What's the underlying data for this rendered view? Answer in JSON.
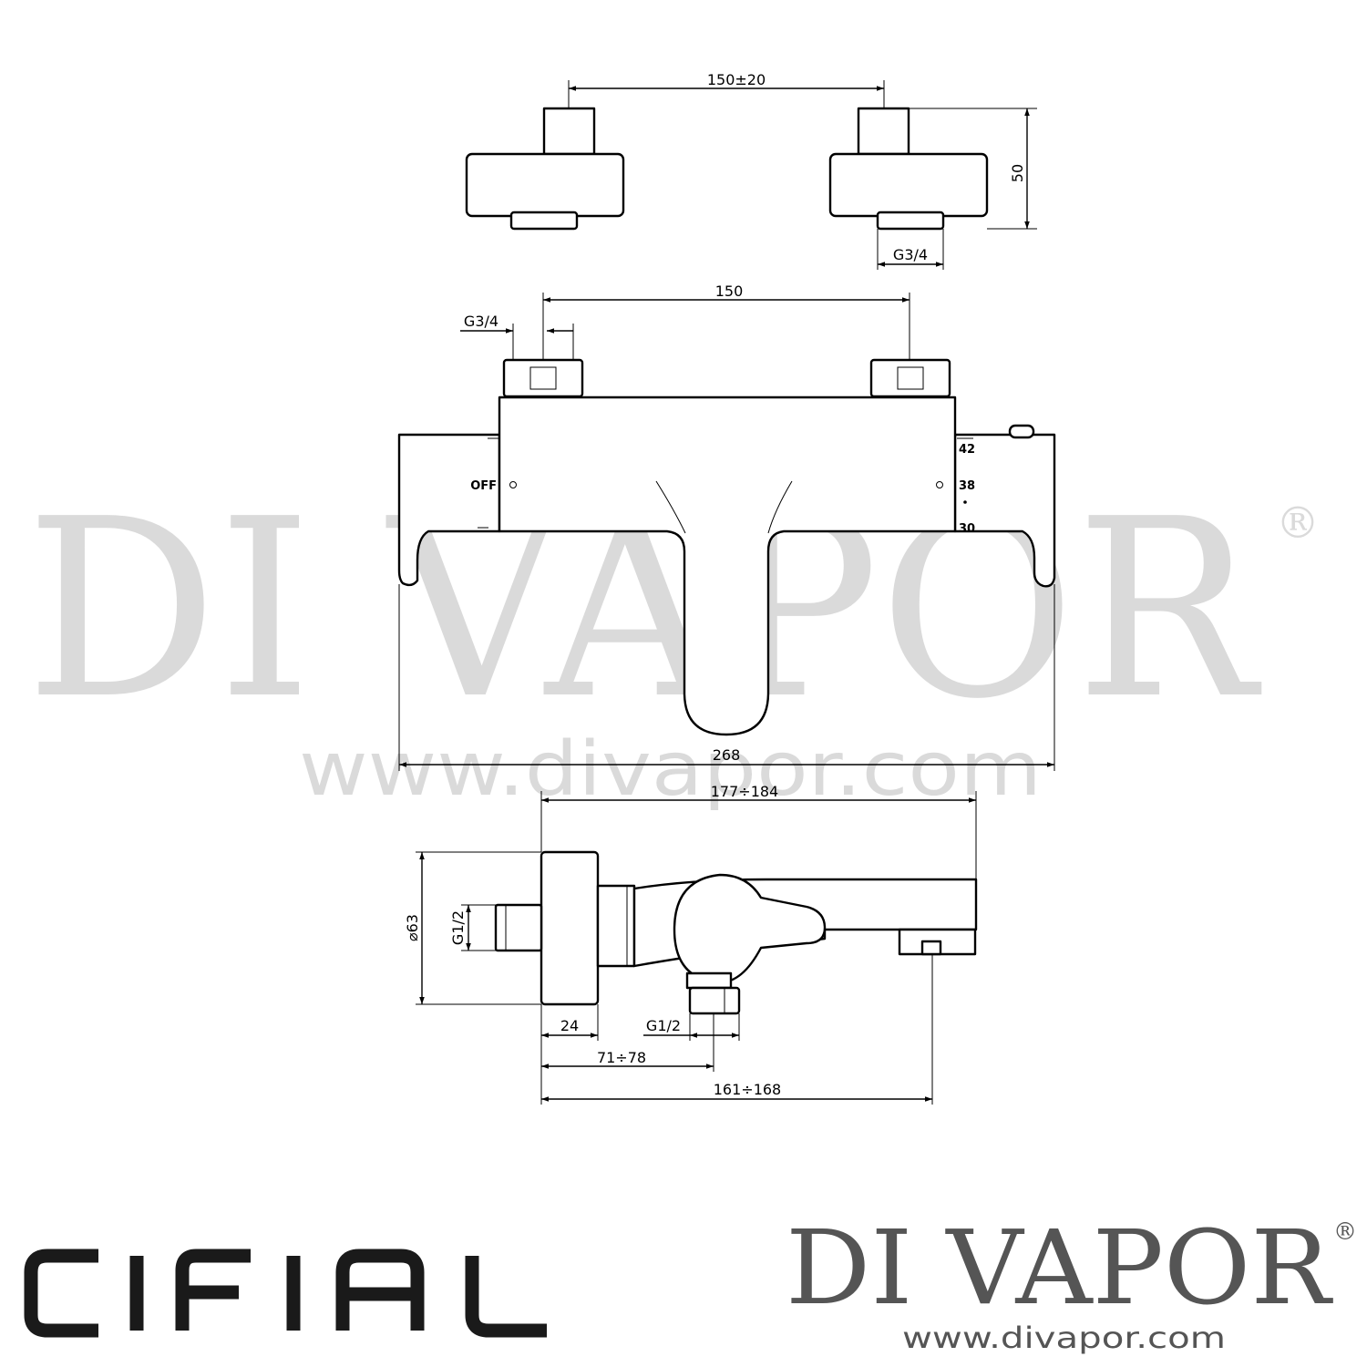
{
  "watermark": {
    "brand": "DI VAPOR",
    "reg": "®",
    "url": "www.divapor.com"
  },
  "top_view": {
    "spacing": "150±20",
    "height": "50",
    "thread": "G3/4"
  },
  "front_view": {
    "inlet_spacing": "150",
    "inlet_thread": "G3/4",
    "off_label": "OFF",
    "temp_scale": [
      "42",
      "38",
      "30"
    ],
    "width": "268"
  },
  "side_view": {
    "depth_total": "177÷184",
    "diameter": "⌀63",
    "inlet_thread": "G1/2",
    "body_width": "24",
    "outlet_thread": "G1/2",
    "outlet_offset": "71÷78",
    "spout_offset": "161÷168"
  },
  "logos": {
    "maker": "CIFIAL",
    "dealer": "DI VAPOR",
    "dealer_reg": "®",
    "dealer_url": "www.divapor.com"
  },
  "colors": {
    "line": "#000000",
    "watermark": "#bdbdbd",
    "dealer_logo": "#555555"
  }
}
